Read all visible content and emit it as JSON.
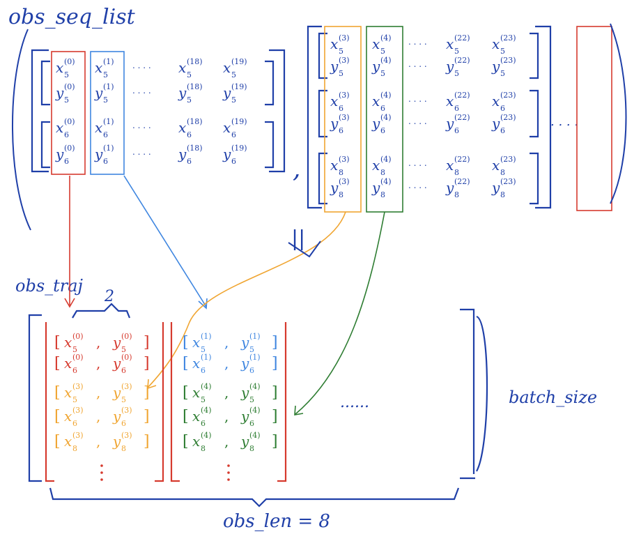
{
  "labels": {
    "obs_seq_list": "obs_seq_list",
    "obs_traj": "obs_traj",
    "batch_size": "batch_size",
    "obs_len": "obs_len = 8",
    "two": "2",
    "comma": ",",
    "equals": "||",
    "dots": "......",
    "hdots": ". . . ."
  },
  "seq_block1": {
    "rows": [
      {
        "x": [
          "x",
          "x",
          "x",
          "x"
        ],
        "xs": [
          "(0)",
          "(1)",
          "(18)",
          "(19)"
        ],
        "sub": "5",
        "var": "x"
      },
      {
        "x": [
          "y",
          "y",
          "y",
          "y"
        ],
        "xs": [
          "(0)",
          "(1)",
          "(18)",
          "(19)"
        ],
        "sub": "5",
        "var": "y"
      },
      {
        "x": [
          "x",
          "x",
          "x",
          "x"
        ],
        "xs": [
          "(0)",
          "(1)",
          "(18)",
          "(19)"
        ],
        "sub": "6",
        "var": "x"
      },
      {
        "x": [
          "y",
          "y",
          "y",
          "y"
        ],
        "xs": [
          "(0)",
          "(1)",
          "(18)",
          "(19)"
        ],
        "sub": "6",
        "var": "y"
      }
    ]
  },
  "seq_block2": {
    "rows": [
      {
        "xs": [
          "(3)",
          "(4)",
          "(22)",
          "(23)"
        ],
        "sub": "5",
        "var": "x"
      },
      {
        "xs": [
          "(3)",
          "(4)",
          "(22)",
          "(23)"
        ],
        "sub": "5",
        "var": "y"
      },
      {
        "xs": [
          "(3)",
          "(4)",
          "(22)",
          "(23)"
        ],
        "sub": "6",
        "var": "x"
      },
      {
        "xs": [
          "(3)",
          "(4)",
          "(22)",
          "(23)"
        ],
        "sub": "6",
        "var": "y"
      },
      {
        "xs": [
          "(3)",
          "(4)",
          "(22)",
          "(23)"
        ],
        "sub": "8",
        "var": "x"
      },
      {
        "xs": [
          "(3)",
          "(4)",
          "(22)",
          "(23)"
        ],
        "sub": "8",
        "var": "y"
      }
    ]
  },
  "traj_col1": [
    {
      "x": "x",
      "xsub": "5",
      "xsup": "(0)",
      "y": "y",
      "ysub": "5",
      "ysup": "(0)",
      "color": "red"
    },
    {
      "x": "x",
      "xsub": "6",
      "xsup": "(0)",
      "y": "y",
      "ysub": "6",
      "ysup": "(0)",
      "color": "red"
    },
    {
      "x": "x",
      "xsub": "5",
      "xsup": "(3)",
      "y": "y",
      "ysub": "5",
      "ysup": "(3)",
      "color": "orange"
    },
    {
      "x": "x",
      "xsub": "6",
      "xsup": "(3)",
      "y": "y",
      "ysub": "6",
      "ysup": "(3)",
      "color": "orange"
    },
    {
      "x": "x",
      "xsub": "8",
      "xsup": "(3)",
      "y": "y",
      "ysub": "8",
      "ysup": "(3)",
      "color": "orange"
    }
  ],
  "traj_col2": [
    {
      "x": "x",
      "xsub": "5",
      "xsup": "(1)",
      "y": "y",
      "ysub": "5",
      "ysup": "(1)",
      "color": "blue"
    },
    {
      "x": "x",
      "xsub": "6",
      "xsup": "(1)",
      "y": "y",
      "ysub": "6",
      "ysup": "(1)",
      "color": "blue"
    },
    {
      "x": "x",
      "xsub": "5",
      "xsup": "(4)",
      "y": "y",
      "ysub": "5",
      "ysup": "(4)",
      "color": "green"
    },
    {
      "x": "x",
      "xsub": "6",
      "xsup": "(4)",
      "y": "y",
      "ysub": "6",
      "ysup": "(4)",
      "color": "green"
    },
    {
      "x": "x",
      "xsub": "8",
      "xsup": "(4)",
      "y": "y",
      "ysub": "8",
      "ysup": "(4)",
      "color": "green"
    }
  ],
  "colors": {
    "ink": "#1f3fa8",
    "red": "#d63a2e",
    "blue": "#3f86e0",
    "orange": "#f0a531",
    "green": "#2e7d32"
  }
}
